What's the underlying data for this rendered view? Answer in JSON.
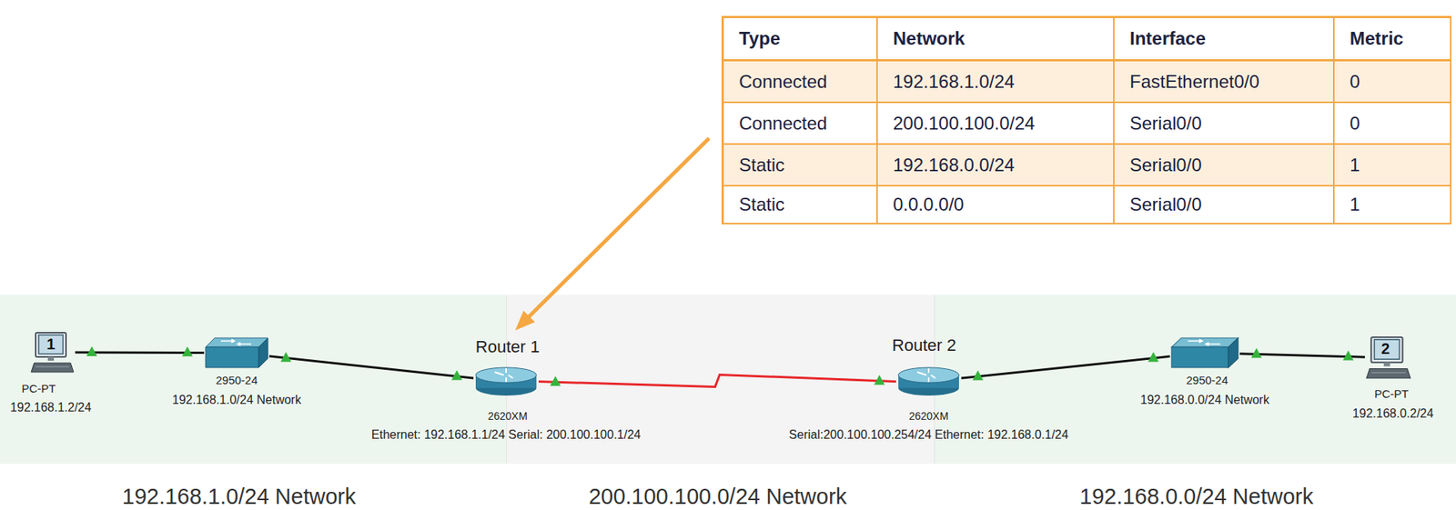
{
  "diagram": {
    "nodes": [
      {
        "text": [
          "1",
          "PC-PT",
          "192.168.1.2/24"
        ]
      },
      {
        "text": [
          "2950-24",
          "192.168.1.0/24 Network"
        ]
      },
      {
        "text": [
          "Router 1",
          "2620XM",
          "Ethernet: 192.168.1.1/24 Serial: 200.100.100.1/24"
        ]
      },
      {
        "text": [
          "Router 2",
          "2620XM",
          "Serial:200.100.100.254/24 Ethernet: 192.168.0.1/24"
        ]
      },
      {
        "text": [
          "2950-24",
          "192.168.0.0/24 Network"
        ]
      },
      {
        "text": [
          "2",
          "PC-PT",
          "192.168.0.2/24"
        ]
      }
    ],
    "edges": [
      {
        "from": 0,
        "to": 1,
        "arrow": "none"
      },
      {
        "from": 1,
        "to": 2,
        "arrow": "none"
      },
      {
        "from": 2,
        "to": 3,
        "arrow": "none"
      },
      {
        "from": 3,
        "to": 4,
        "arrow": "none"
      },
      {
        "from": 4,
        "to": 5,
        "arrow": "none"
      }
    ],
    "labels": [
      "Type",
      "Network",
      "Interface",
      "Metric",
      "Connected",
      "192.168.1.0/24",
      "FastEthernet0/0",
      "0",
      "Connected",
      "200.100.100.0/24",
      "Serial0/0",
      "0",
      "Static",
      "192.168.0.0/24",
      "Serial0/0",
      "1",
      "Static",
      "0.0.0.0/0",
      "Serial0/0",
      "1",
      "192.168.1.0/24 Network",
      "200.100.100.0/24 Network",
      "192.168.0.0/24 Network"
    ]
  }
}
